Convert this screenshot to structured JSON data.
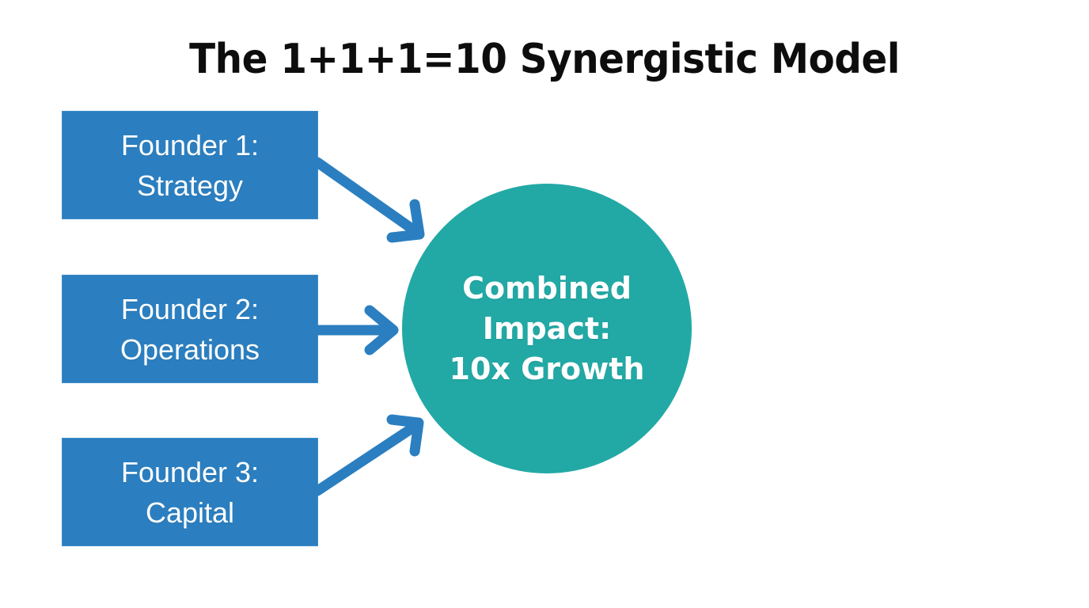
{
  "slide": {
    "background_color": "#ffffff",
    "title": "The 1+1+1=10 Synergistic Model",
    "colors": {
      "title_text": "#0d0d0d",
      "box_fill": "#2b7fc0",
      "box_text": "#ffffff",
      "circle_fill": "#22a9a5",
      "circle_text": "#ffffff",
      "arrow": "#2b7fc0"
    }
  },
  "boxes": [
    {
      "id": "founder-1",
      "label": "Founder 1:\nStrategy",
      "line1": "Founder 1:",
      "line2": "Strategy"
    },
    {
      "id": "founder-2",
      "label": "Founder 2:\nOperations",
      "line1": "Founder 2:",
      "line2": "Operations"
    },
    {
      "id": "founder-3",
      "label": "Founder 3:\nCapital",
      "line1": "Founder 3:",
      "line2": "Capital"
    }
  ],
  "circle": {
    "label": "Combined\nImpact:\n10x Growth",
    "line1": "Combined",
    "line2": "Impact:",
    "line3": "10x Growth"
  },
  "arrows": [
    {
      "id": "arrow-founder-1-to-circle",
      "from": "founder-1",
      "to": "combined-impact",
      "direction": "down-right"
    },
    {
      "id": "arrow-founder-2-to-circle",
      "from": "founder-2",
      "to": "combined-impact",
      "direction": "right"
    },
    {
      "id": "arrow-founder-3-to-circle",
      "from": "founder-3",
      "to": "combined-impact",
      "direction": "up-right"
    }
  ]
}
